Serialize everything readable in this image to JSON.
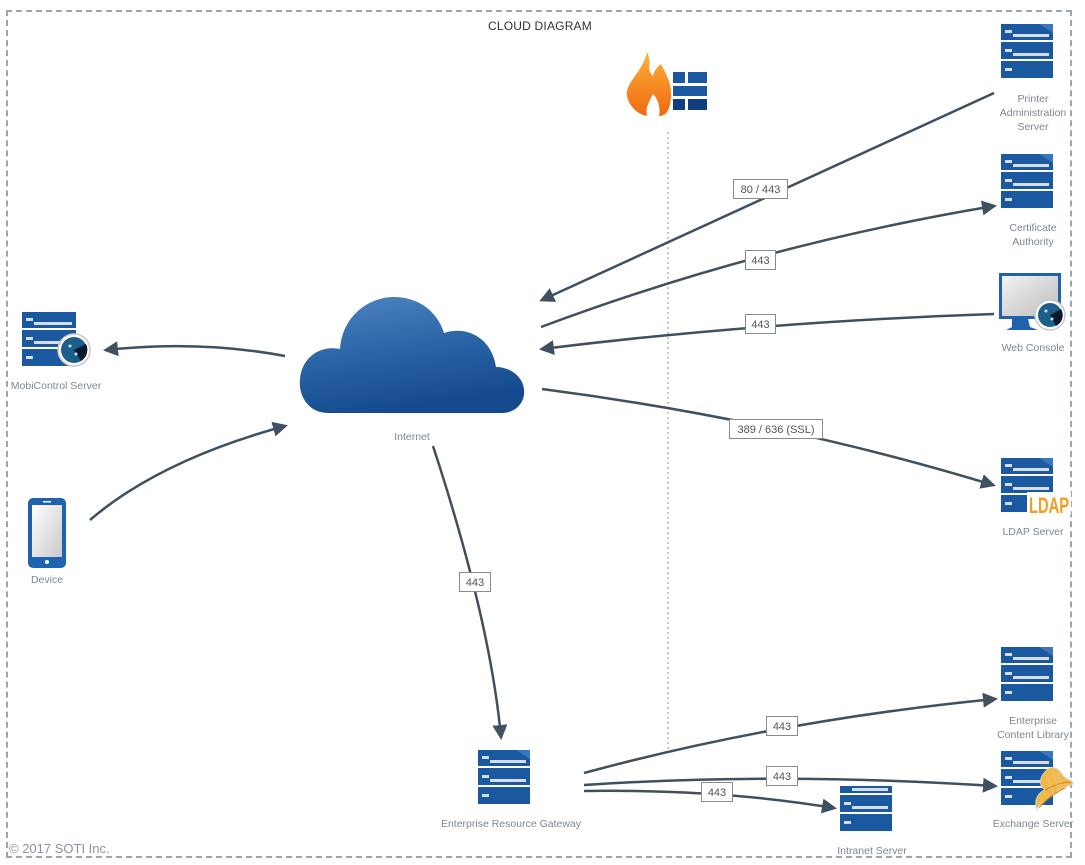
{
  "diagram": {
    "title": "CLOUD DIAGRAM",
    "copyright": "© 2017 SOTI Inc.",
    "colors": {
      "frame": "#9aa6b3",
      "connector": "#3f5060",
      "server_blue": "#1a58a0",
      "server_dark": "#0f3f7e",
      "label_gray": "#7b8794",
      "ldap_orange": "#f0a020",
      "flame_orange": "#f08a1c"
    },
    "nodes": {
      "internet": {
        "label": "Internet",
        "icon": "cloud-icon"
      },
      "mobicontrol": {
        "label": "MobiControl Server",
        "icon": "server-radar-icon"
      },
      "device": {
        "label": "Device",
        "icon": "smartphone-icon"
      },
      "firewall": {
        "label": "",
        "icon": "firewall-icon"
      },
      "printer_admin": {
        "label": "Printer\nAdministration\nServer",
        "icon": "server-icon"
      },
      "cert_authority": {
        "label": "Certificate\nAuthority",
        "icon": "server-icon"
      },
      "web_console": {
        "label": "Web Console",
        "icon": "monitor-radar-icon"
      },
      "ldap": {
        "label": "LDAP Server",
        "icon": "ldap-server-icon",
        "badge": "LDAP"
      },
      "erg": {
        "label": "Enterprise Resource Gateway",
        "icon": "server-icon"
      },
      "ecl": {
        "label": "Enterprise\nContent Library",
        "icon": "server-icon"
      },
      "exchange": {
        "label": "Exchange Server",
        "icon": "exchange-server-icon"
      },
      "intranet": {
        "label": "Intranet Server",
        "icon": "server-icon"
      }
    },
    "connections": [
      {
        "from": "printer_admin",
        "to": "internet",
        "port": "80 / 443"
      },
      {
        "from": "internet",
        "to": "cert_authority",
        "port": "443"
      },
      {
        "from": "web_console",
        "to": "internet",
        "port": "443"
      },
      {
        "from": "internet",
        "to": "ldap",
        "port": "389 / 636 (SSL)"
      },
      {
        "from": "internet",
        "to": "mobicontrol",
        "port": ""
      },
      {
        "from": "device",
        "to": "internet",
        "port": ""
      },
      {
        "from": "internet",
        "to": "erg",
        "port": "443"
      },
      {
        "from": "erg",
        "to": "ecl",
        "port": "443"
      },
      {
        "from": "erg",
        "to": "exchange",
        "port": "443"
      },
      {
        "from": "erg",
        "to": "intranet",
        "port": "443"
      }
    ]
  }
}
